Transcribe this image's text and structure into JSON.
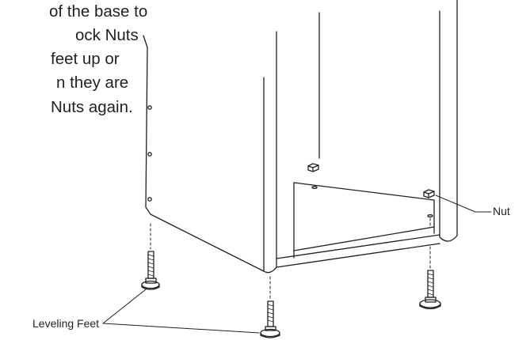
{
  "instructions": {
    "lines": [
      "of the base to",
      "ock Nuts",
      "feet up or",
      "n they are",
      "Nuts again."
    ]
  },
  "callouts": {
    "nut": "Nut",
    "leveling_feet": "Leveling Feet"
  },
  "colors": {
    "line": "#231f20",
    "text": "#231f20",
    "background": "#ffffff"
  }
}
